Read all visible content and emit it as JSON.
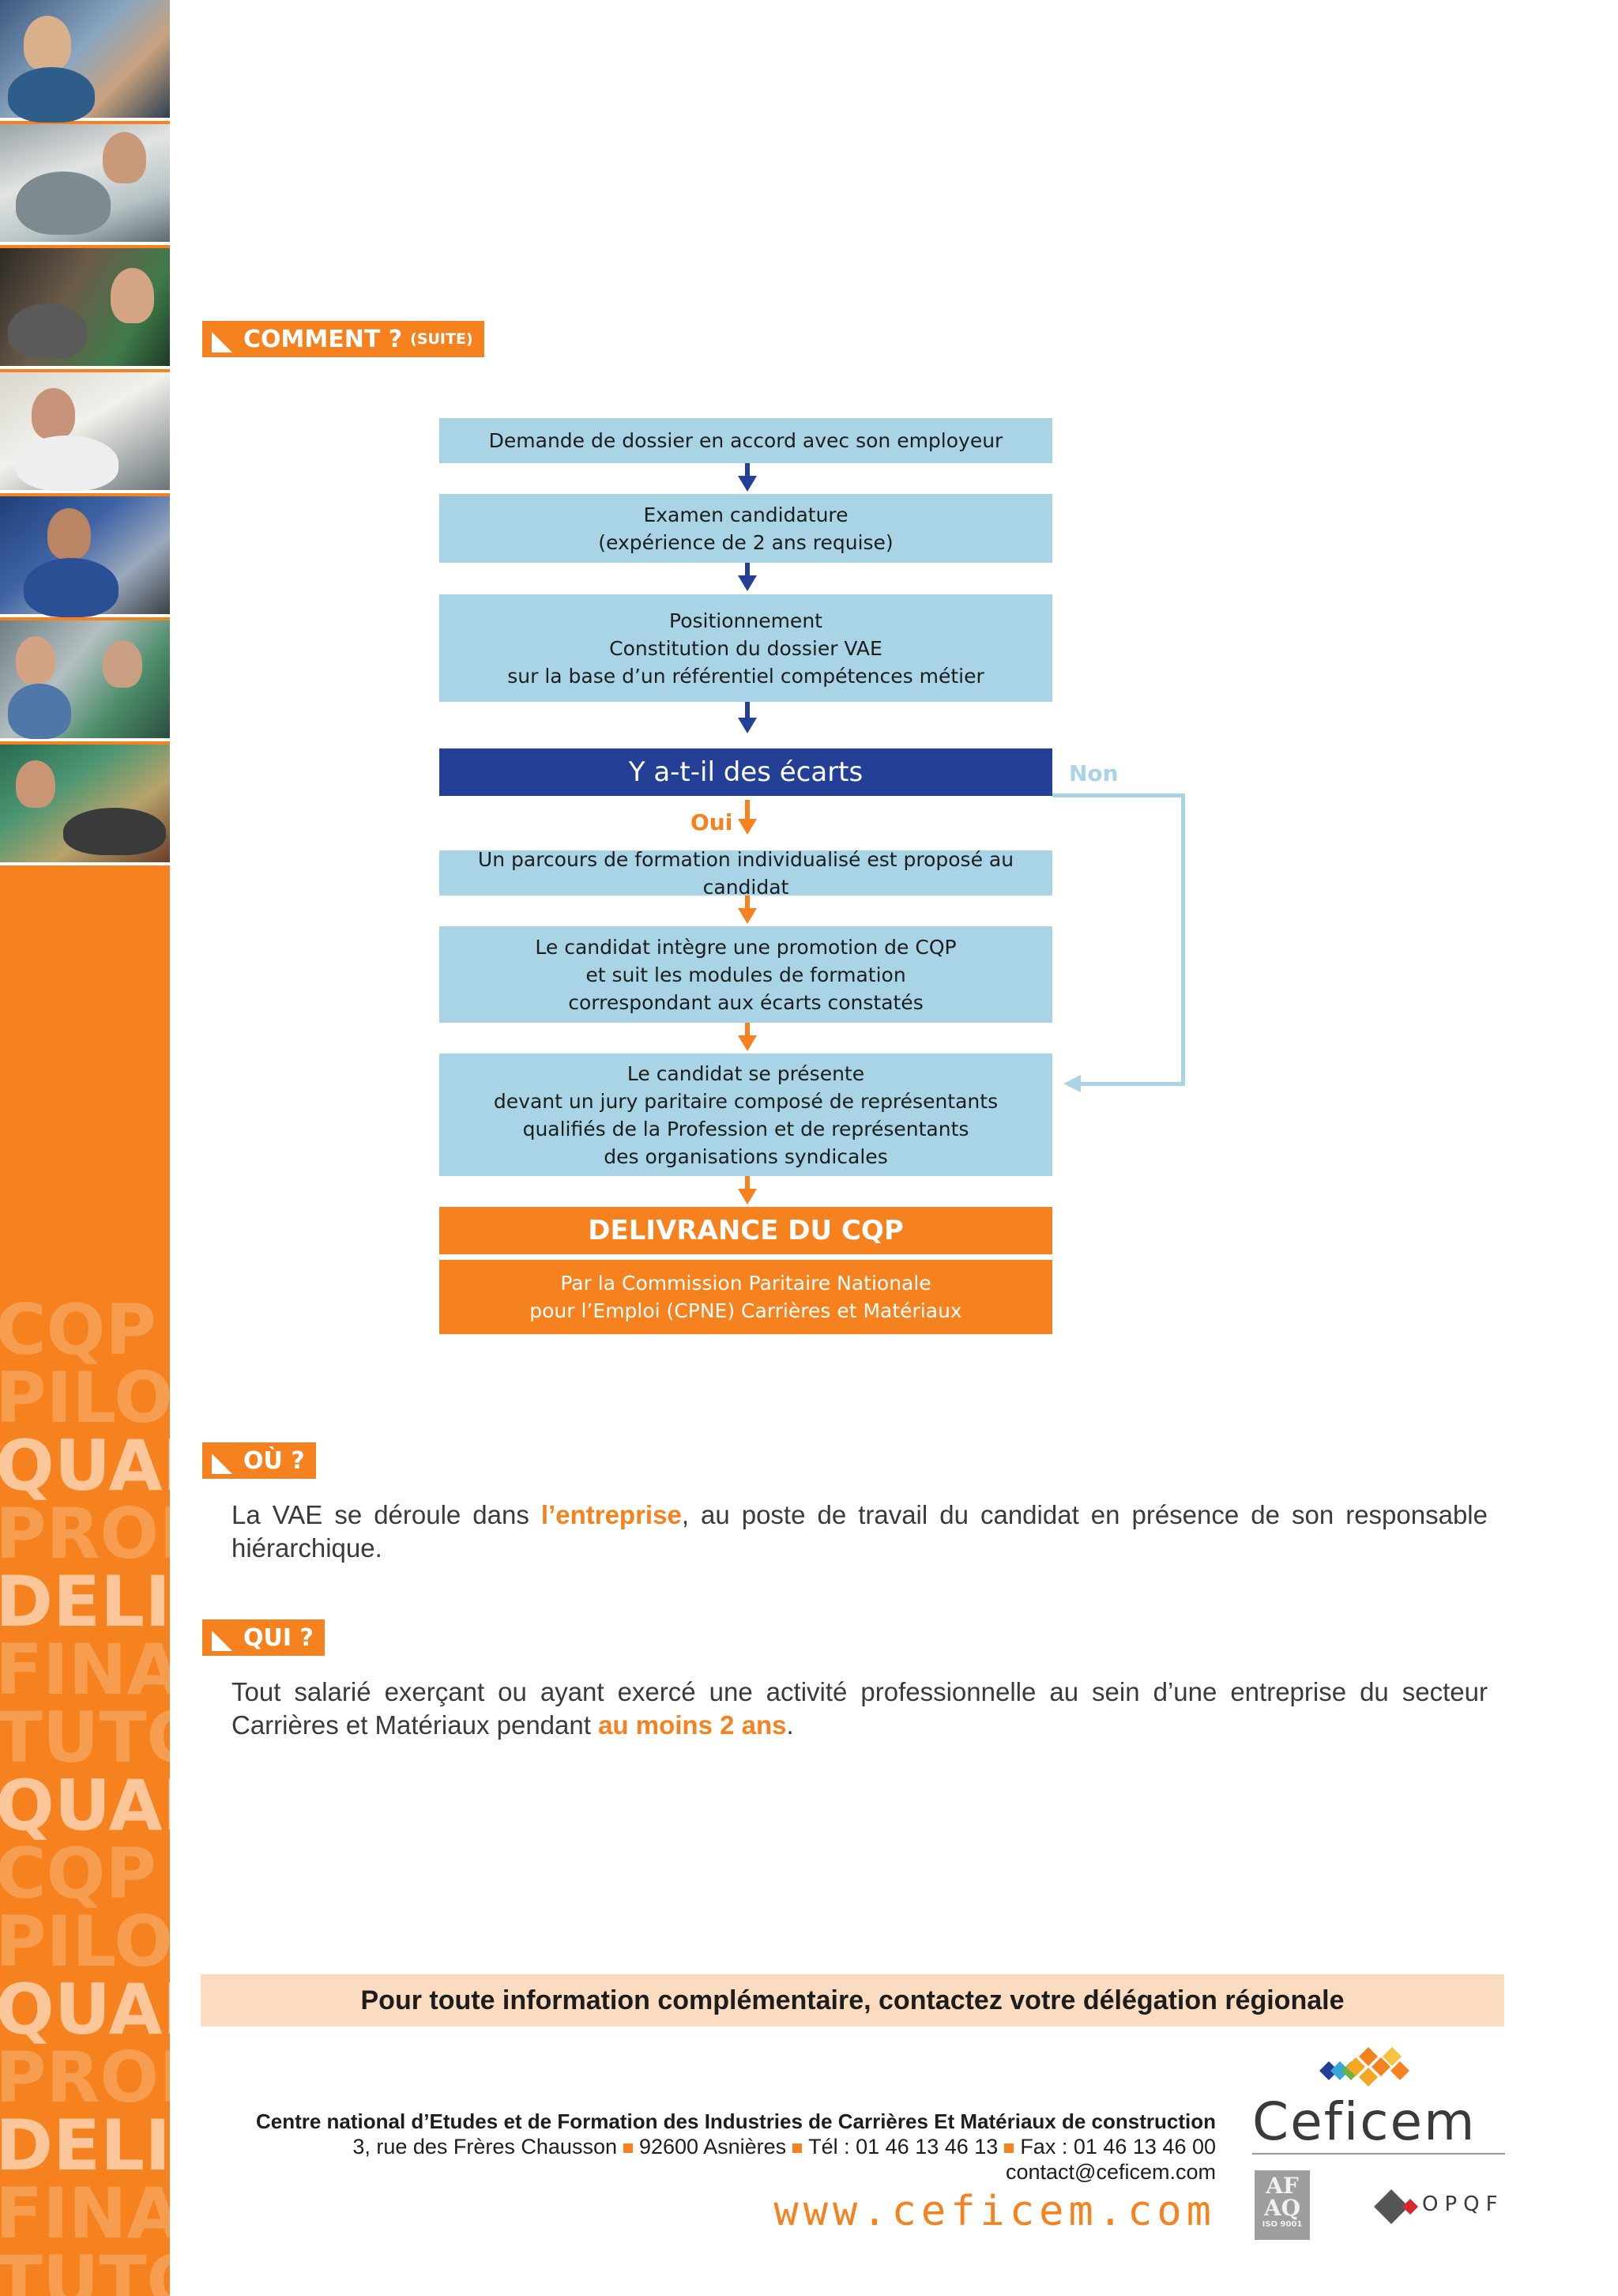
{
  "sidebar": {
    "band_words": [
      "CQP IN",
      "PILOTIS",
      "QUALIFI",
      "PROFES",
      "DELISI",
      "FINANC",
      "TUTORA",
      "QUALIFI",
      "CQP IN",
      "PILOTIS",
      "QUALIFI",
      "PROFES",
      "DELISE",
      "FINANC",
      "TUTORA"
    ]
  },
  "section_comment": {
    "title": "COMMENT ?",
    "suffix": "(SUITE)"
  },
  "flow": {
    "step1": "Demande de dossier en accord avec son employeur",
    "step2_l1": "Examen candidature",
    "step2_l2": "(expérience de 2 ans requise)",
    "step3_l1": "Positionnement",
    "step3_l2": "Constitution du dossier VAE",
    "step3_l3": "sur la base d’un référentiel compétences métier",
    "question": "Y a-t-il des écarts",
    "yes_label": "Oui",
    "no_label": "Non",
    "step4": "Un parcours de formation individualisé est proposé au candidat",
    "step5_l1": "Le candidat intègre une promotion de CQP",
    "step5_l2": "et suit les modules de formation",
    "step5_l3": "correspondant aux écarts constatés",
    "step6_l1": "Le candidat se présente",
    "step6_l2": "devant un jury paritaire composé de représentants",
    "step6_l3": "qualifiés de la Profession et de représentants",
    "step6_l4": "des organisations syndicales",
    "result_title": "DELIVRANCE DU CQP",
    "result_l1": "Par la Commission Paritaire Nationale",
    "result_l2": "pour l’Emploi (CPNE) Carrières et Matériaux"
  },
  "section_ou": {
    "title": "OÙ ?",
    "text_before": "La VAE se déroule dans ",
    "highlight": "l’entreprise",
    "text_after": ", au poste de travail du candidat en présence de son responsable hiérarchique."
  },
  "section_qui": {
    "title": "QUI ?",
    "text_before": "Tout salarié exerçant ou ayant exercé une activité professionnelle au sein d’une entreprise du secteur Carrières et Matériaux pendant ",
    "highlight": "au moins 2 ans",
    "text_after": "."
  },
  "footer": {
    "contact_bar": "Pour toute information complémentaire, contactez votre délégation régionale",
    "org_name": "Centre national d’Etudes et de Formation des Industries de Carrières Et Matériaux de construction",
    "address": "3, rue des Frères Chausson",
    "postcode": "92600 Asnières",
    "phone": "Tél : 01 46 13 46 13",
    "fax": "Fax : 01 46 13 46 00",
    "email": "contact@ceficem.com",
    "website": "www.ceficem.com",
    "logo_name": "Ceficem",
    "cert1_l1": "AF",
    "cert1_l2": "AQ",
    "cert1_l3": "ISO 9001",
    "cert2": "OPQF"
  },
  "colors": {
    "orange": "#f5821f",
    "light_blue": "#a8d4e6",
    "dark_blue": "#233f96",
    "peach": "#fcdcc0"
  }
}
